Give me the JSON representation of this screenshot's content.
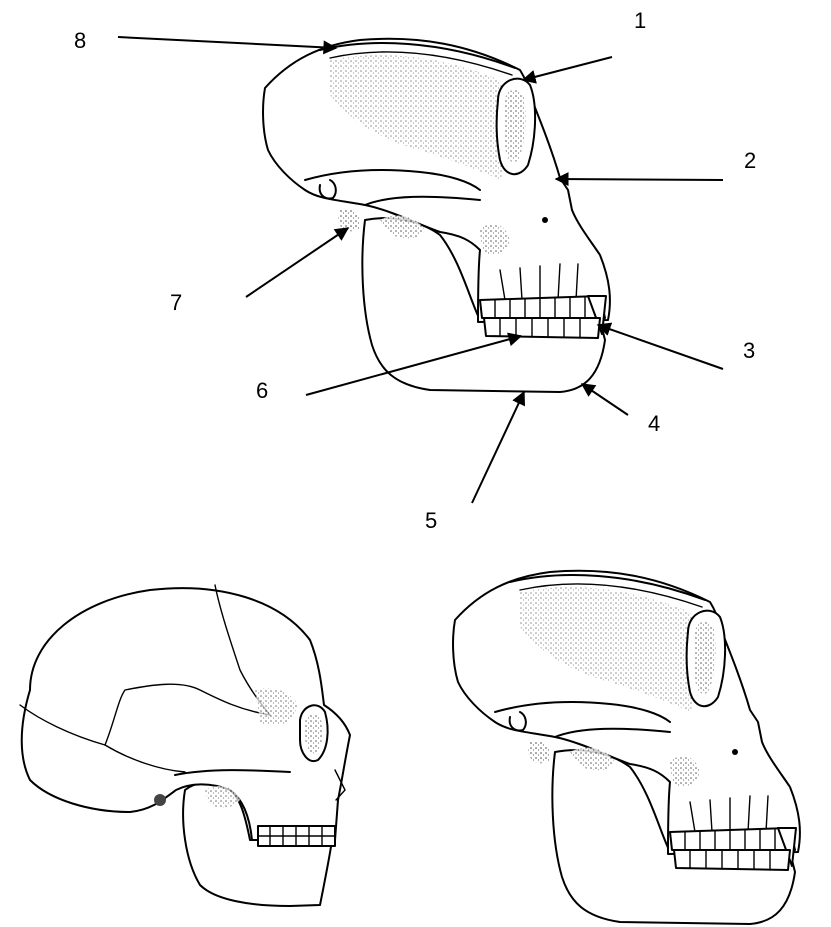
{
  "labels": [
    {
      "id": "1",
      "text": "1"
    },
    {
      "id": "2",
      "text": "2"
    },
    {
      "id": "3",
      "text": "3"
    },
    {
      "id": "4",
      "text": "4"
    },
    {
      "id": "5",
      "text": "5"
    },
    {
      "id": "6",
      "text": "6"
    },
    {
      "id": "7",
      "text": "7"
    },
    {
      "id": "8",
      "text": "8"
    }
  ],
  "figures": {
    "top": "labeled-ape-skull",
    "bottom_left": "human-skull",
    "bottom_right": "ape-skull"
  }
}
